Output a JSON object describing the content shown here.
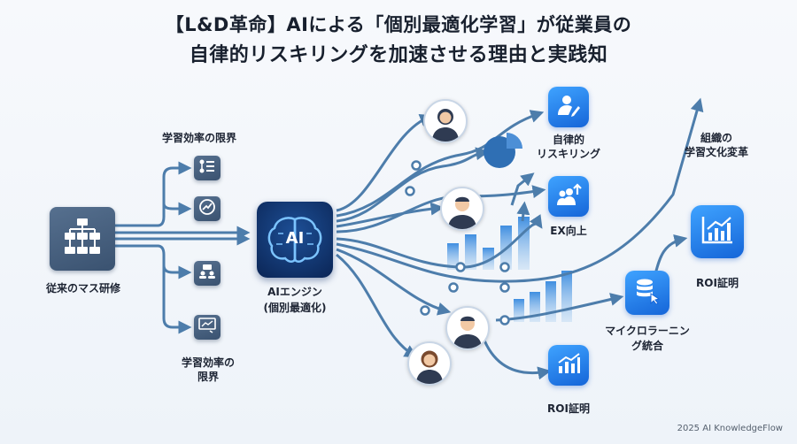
{
  "title": {
    "line1": "【L&D革命】AIによる「個別最適化学習」が従業員の",
    "line2": "自律的リスキリングを加速させる理由と実践知"
  },
  "labels": {
    "traditional": "従来のマス研修",
    "limit_top": "学習効率の限界",
    "limit_bottom_1": "学習効率の",
    "limit_bottom_2": "限界",
    "engine_1": "AIエンジン",
    "engine_2": "(個別最適化)",
    "engine_icon_text": "AI",
    "reskill_1": "自律的",
    "reskill_2": "リスキリング",
    "ex": "EX向上",
    "roi_right": "ROI証明",
    "roi_bottom": "ROI証明",
    "micro_1": "マイクロラーニン",
    "micro_2": "グ統合",
    "culture_1": "組織の",
    "culture_2": "学習文化変革"
  },
  "credit": "2025 AI KnowledgeFlow",
  "icons": [
    "hierarchy-icon",
    "flowchart-icon",
    "trend-icon",
    "presentation-icon",
    "whiteboard-icon",
    "brain-ai-icon",
    "user-edit-icon",
    "team-up-icon",
    "growth-chart-icon",
    "database-click-icon",
    "pie-chart-icon",
    "bar-chart-icon"
  ],
  "colors": {
    "flow": "#4d7dab",
    "accent": "#1e7be6",
    "dark": "#3a5270",
    "background": "#f2f6fb"
  }
}
